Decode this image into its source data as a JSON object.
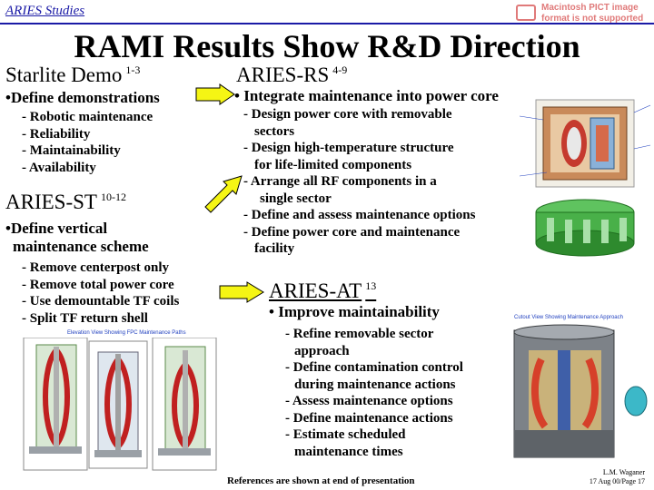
{
  "header": {
    "series": "ARIES Studies",
    "notice": "Macintosh PICT image format is not supported"
  },
  "title": "RAMI Results Show R&D Direction",
  "starlite": {
    "heading": "Starlite Demo",
    "ref": "1-3",
    "bullet": "•Define demonstrations",
    "items": [
      "- Robotic maintenance",
      "- Reliability",
      "- Maintainability",
      "- Availability"
    ]
  },
  "aries_st": {
    "heading": "ARIES-ST",
    "ref": "10-12",
    "bullet_lines": [
      "•Define vertical",
      "maintenance scheme"
    ],
    "items": [
      "- Remove centerpost only",
      "- Remove total power core",
      "- Use demountable TF coils",
      "- Split TF return shell"
    ]
  },
  "aries_rs": {
    "heading": "ARIES-RS",
    "ref": "4-9",
    "bullet": "• Integrate maintenance into power core",
    "items": [
      "- Design power core with removable",
      "sectors",
      "- Design high-temperature structure",
      "for life-limited components",
      "- Arrange all RF components in a",
      "single sector",
      "- Define and assess maintenance options",
      "- Define power core and maintenance",
      "facility"
    ]
  },
  "aries_at": {
    "heading": "ARIES-AT",
    "ref": "13",
    "bullet": "• Improve maintainability",
    "items": [
      "- Refine removable sector",
      "approach",
      "- Define contamination control",
      "during maintenance actions",
      "- Assess maintenance options",
      "- Define maintenance actions",
      "- Estimate scheduled",
      "maintenance times"
    ]
  },
  "figures": {
    "elevation_caption": "Elevation View Showing FPC Maintenance Paths",
    "cutout_caption": "Cutout View Showing Maintenance Approach"
  },
  "footer": {
    "references": "References are shown at end of presentation",
    "author": "L.M. Waganer",
    "date_page": "17 Aug 00/Page 17"
  },
  "colors": {
    "accent_blue": "#1a1aa6",
    "arrow_fill": "#f5f514",
    "notice": "#e07a7a"
  }
}
